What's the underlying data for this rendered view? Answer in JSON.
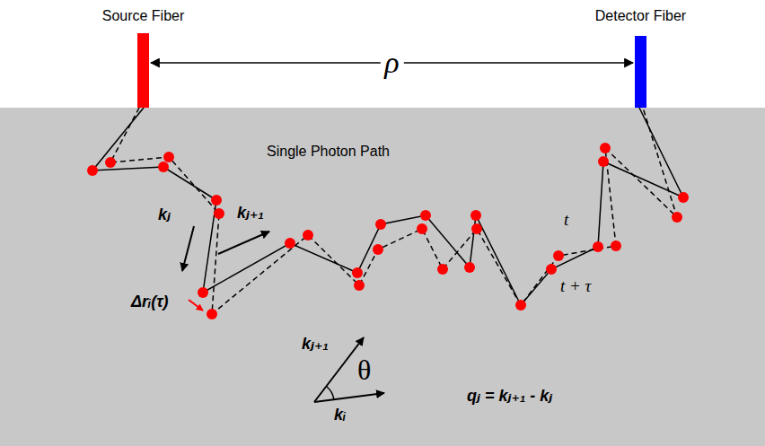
{
  "diagram": {
    "nodes": [
      {
        "text": [
          "Source Fiber"
        ]
      },
      {
        "text": [
          "Detector Fiber"
        ]
      }
    ],
    "edges": [
      {
        "from": 0,
        "to": 1,
        "arrow": "both",
        "label": "ρ"
      }
    ],
    "labels": [
      "Single Photon Path",
      "kⱼ",
      "kⱼ₊₁",
      "Δrᵢ(τ)",
      "t",
      "t + τ",
      "kⱼ₊₁",
      "kᵢ",
      "θ",
      "qⱼ = kⱼ₊₁ - kⱼ"
    ]
  }
}
